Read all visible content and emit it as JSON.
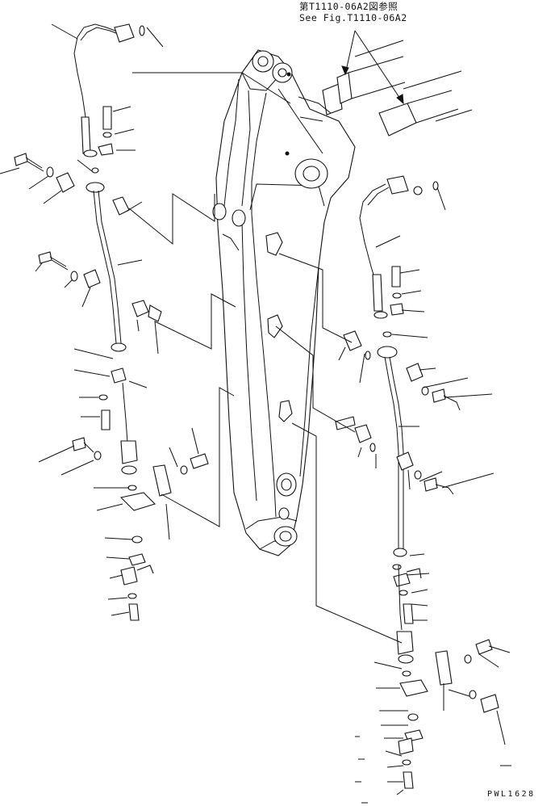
{
  "header": {
    "reference_jp": "第T1110-06A2図参照",
    "reference_en": "See Fig.T1110-06A2"
  },
  "footer": {
    "drawing_code": "PWL1628"
  },
  "colors": {
    "line": "#111111",
    "background": "#ffffff"
  }
}
